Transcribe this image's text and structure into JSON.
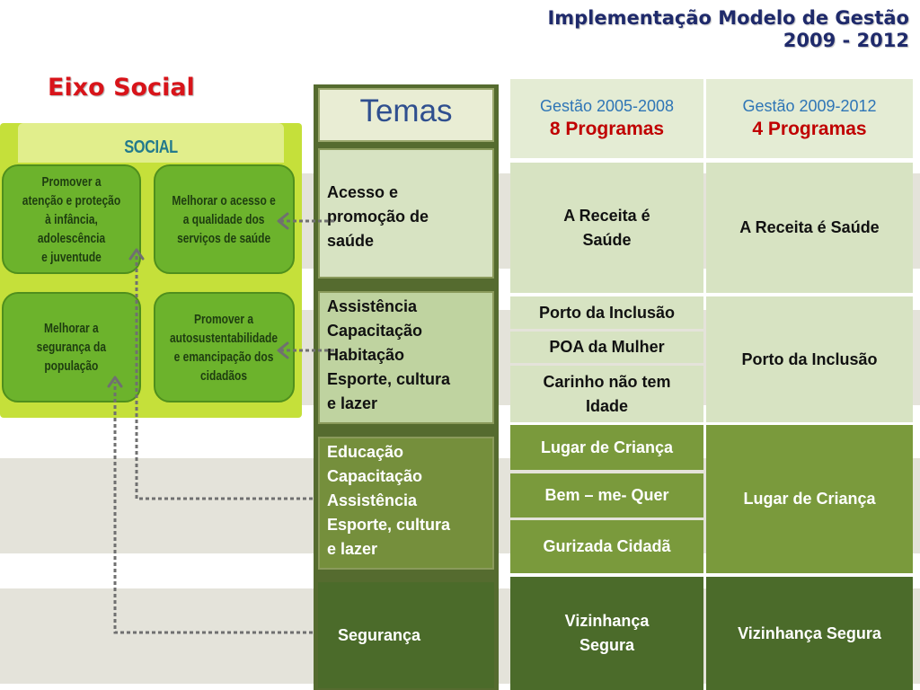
{
  "title": {
    "line1": "Implementação Modelo de Gestão",
    "line2": "2009 - 2012"
  },
  "eixo": "Eixo Social",
  "social": {
    "label": "SOCIAL",
    "cards": [
      "Promover a\natenção e proteção\nà infância, adolescência\ne juventude",
      "Melhorar o acesso e\na qualidade dos\nserviços de saúde",
      "Melhorar a\nsegurança da\npopulação",
      "Promover a\nautosustentabilidade\ne emancipação dos\ncidadãos"
    ]
  },
  "temas": {
    "header": "Temas",
    "items": [
      " Acesso e\npromoção de\nsaúde",
      "Assistência\nCapacitação\nHabitação\nEsporte, cultura\ne lazer",
      " Educação\n Capacitação\n Assistência\n Esporte, cultura\ne lazer",
      "Segurança"
    ]
  },
  "table": {
    "col1_header": {
      "top": "Gestão 2005-2008",
      "bottom": "8 Programas"
    },
    "col2_header": {
      "top": "Gestão 2009-2012",
      "bottom": "4 Programas"
    },
    "col1": [
      "A Receita é\nSaúde",
      "Porto da Inclusão",
      "POA da Mulher",
      "Carinho não tem\nIdade",
      "Lugar  de Criança",
      "Bem – me- Quer",
      "Gurizada Cidadã",
      "Vizinhança\nSegura"
    ],
    "col2": [
      "A Receita é Saúde",
      "Porto da Inclusão",
      "Lugar de Criança",
      "Vizinhança Segura"
    ]
  },
  "colors": {
    "title": "#1f2a6b",
    "eixo": "#d8141a",
    "social_panel": "#c5e03a",
    "card": "#6cb32c",
    "temas_dark": "#556b2f",
    "header_blue": "#2e75b6",
    "header_red": "#c00000"
  }
}
